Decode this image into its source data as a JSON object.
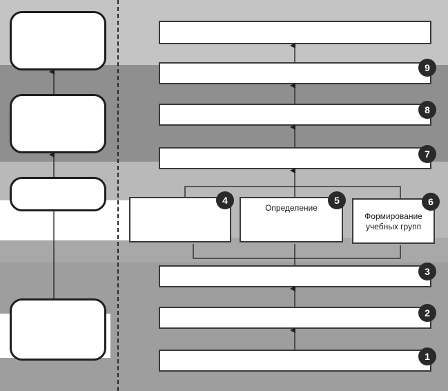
{
  "labels": {
    "step5": "Определение",
    "step6": "Формирование учебных групп"
  },
  "numbers": [
    "1",
    "2",
    "3",
    "4",
    "5",
    "6",
    "7",
    "8",
    "9"
  ]
}
